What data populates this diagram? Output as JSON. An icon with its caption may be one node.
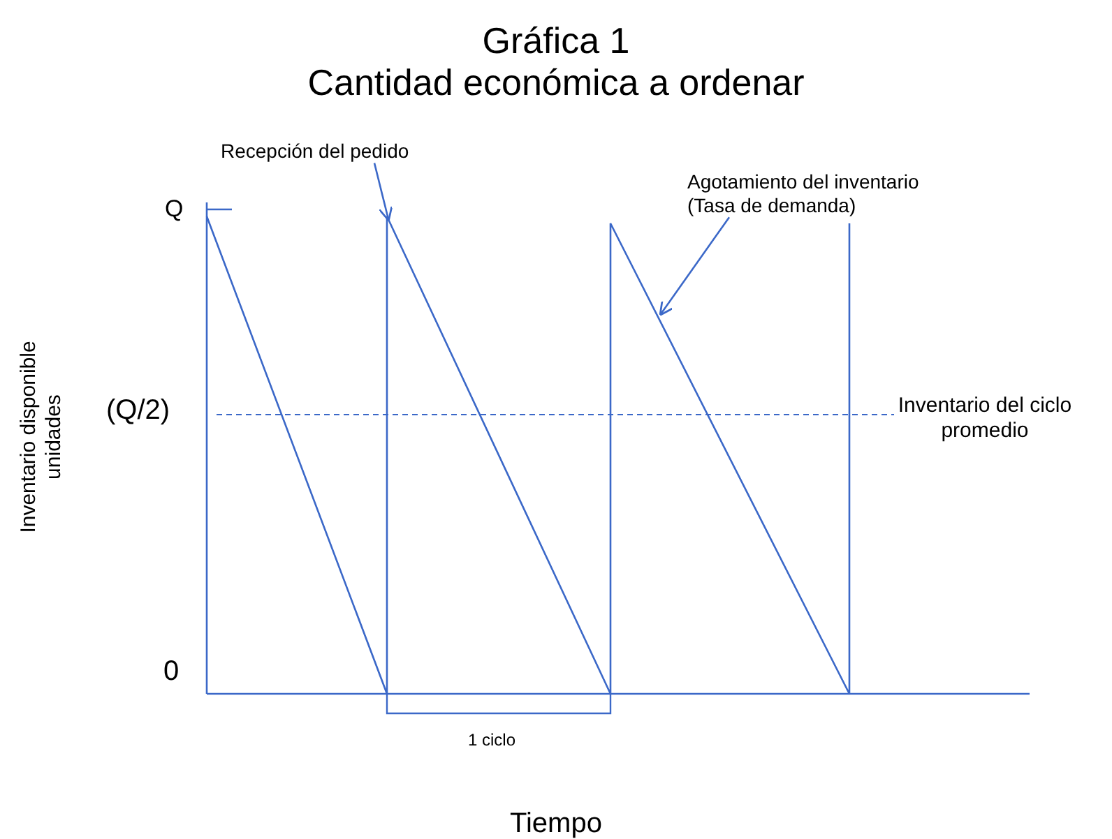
{
  "diagram": {
    "title": "Gráfica 1",
    "nodes": [
      {
        "text": [
          "Recepción del pedido"
        ]
      },
      {
        "text": [
          "Agotamiento del inventario (Tasa de demanda)"
        ]
      }
    ],
    "edges": [
      {
        "from": 0,
        "to": null,
        "arrow": "to"
      },
      {
        "from": 1,
        "to": null,
        "arrow": "to"
      }
    ],
    "labels": [
      "Cantidad económica a ordenar",
      "Q",
      "(Q/2)",
      "Inventario del ciclo promedio",
      "Inventario disponible unidades",
      "0",
      "1 ciclo",
      "Tiempo"
    ]
  }
}
